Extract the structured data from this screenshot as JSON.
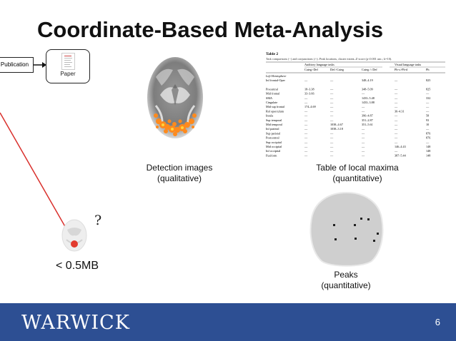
{
  "slide": {
    "title": "Coordinate-Based Meta-Analysis",
    "number": "6"
  },
  "diagram": {
    "publication_label": "Publication",
    "paper_label": "Paper",
    "detection_caption_1": "Detection images",
    "detection_caption_2": "(qualitative)",
    "table_caption_1": "Table of local maxima",
    "table_caption_2": "(quantitative)",
    "peaks_caption_1": "Peaks",
    "peaks_caption_2": "(quantitative)",
    "question_mark": "?",
    "size_label": "< 0.5MB"
  },
  "table": {
    "title": "Table 2",
    "subtitle": "Task comparisons (−) and conjunctions (∩). Peak locations, cluster extent–Z-score (p<0.001 unc.; k=10).",
    "group_header_1": "Auditory language tasks",
    "group_header_2": "Visual language tasks",
    "columns": [
      "Categ>Def",
      "Def>Categ",
      "Categ ∩ Def",
      "Ph-s>Ph-d",
      "Ph"
    ],
    "section": "Left Hemisphere",
    "rows": [
      [
        "Inf frontal-Oper",
        "—",
        "—",
        "348–4.19",
        "—",
        "825"
      ],
      [
        "",
        "",
        "",
        "",
        "",
        ""
      ],
      [
        "Precentral",
        "18–3.38",
        "—",
        "348–5.09",
        "—",
        "825"
      ],
      [
        "Mid frontal",
        "33–3.66",
        "—",
        "—",
        "—",
        "—"
      ],
      [
        "SMA",
        "—",
        "—",
        "1433–5.48",
        "—",
        "332"
      ],
      [
        "Cingulate",
        "—",
        "—",
        "1433–3.88",
        "—",
        "—"
      ],
      [
        "Mid sup frontal",
        "174–4.69",
        "—",
        "—",
        "—",
        "—"
      ],
      [
        "Rol operculum",
        "—",
        "—",
        "—",
        "36–4.31",
        "—"
      ],
      [
        "Insula",
        "—",
        "—",
        "396–4.87",
        "—",
        "58"
      ],
      [
        "Sup temporal",
        "—",
        "—",
        "351–2.87",
        "—",
        "93"
      ],
      [
        "Mid temporal",
        "—",
        "1038–4.67",
        "351–5.61",
        "—",
        "10"
      ],
      [
        "Inf parietal",
        "—",
        "1038–3.18",
        "—",
        "—",
        "—"
      ],
      [
        "Sup parietal",
        "—",
        "—",
        "—",
        "—",
        "876"
      ],
      [
        "Postcentral",
        "—",
        "—",
        "—",
        "—",
        "876"
      ],
      [
        "Sup occipital",
        "—",
        "—",
        "—",
        "—",
        "—"
      ],
      [
        "Mid occipital",
        "—",
        "—",
        "—",
        "146–4.43",
        "148"
      ],
      [
        "Inf occipital",
        "—",
        "—",
        "—",
        "—",
        "148"
      ],
      [
        "Fusiform",
        "—",
        "—",
        "—",
        "387–5.44",
        "148"
      ]
    ]
  },
  "colors": {
    "footer": "#2d4f93",
    "pointer_line": "#d9302c",
    "peak_bg": "#cfcfcf",
    "activation": "#ff8a1c"
  },
  "branding": {
    "logo": "WARWICK"
  }
}
